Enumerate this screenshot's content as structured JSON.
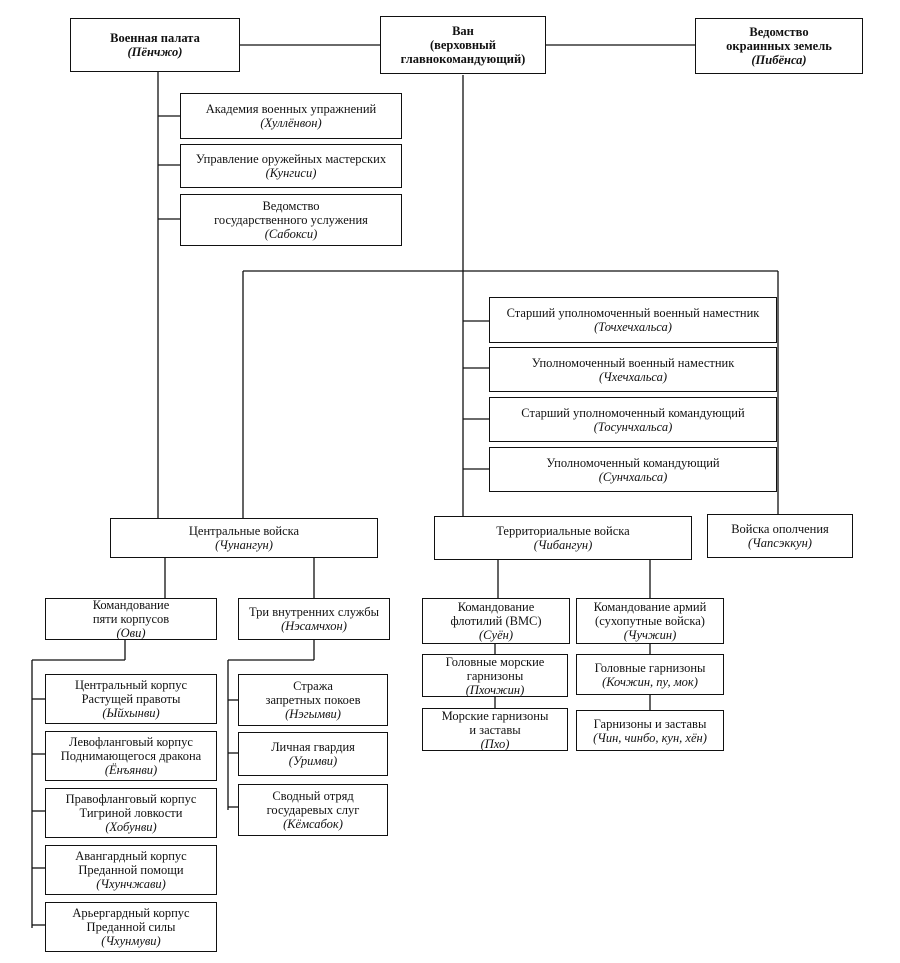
{
  "boxes": {
    "penchzho": {
      "title": "Военная палата",
      "sub": "(Пёнчжо)"
    },
    "van": {
      "title": "Ван\n(верховный\nглавнокомандующий)",
      "sub": ""
    },
    "pibensa": {
      "title": "Ведомство\nокраинных земель",
      "sub": "(Пибёнса)"
    },
    "hullyonvon": {
      "title": "Академия военных упражнений",
      "sub": "(Хуллёнвон)"
    },
    "kungisi": {
      "title": "Управление оружейных мастерских",
      "sub": "(Кунгиси)"
    },
    "saboksi": {
      "title": "Ведомство\nгосударственного услужения",
      "sub": "(Сабокси)"
    },
    "tochechalsa": {
      "title": "Старший уполномоченный военный наместник",
      "sub": "(Точхечхальса)"
    },
    "chechalsa": {
      "title": "Уполномоченный военный наместник",
      "sub": "(Чхечхальса)"
    },
    "tosunchalsa": {
      "title": "Старший уполномоченный командующий",
      "sub": "(Тосунчхальса)"
    },
    "sunchalsa": {
      "title": "Уполномоченный командующий",
      "sub": "(Сунчхальса)"
    },
    "chunangun": {
      "title": "Центральные войска",
      "sub": "(Чунангун)"
    },
    "chibangun": {
      "title": "Территориальные войска",
      "sub": "(Чибангун)"
    },
    "chapsekkun": {
      "title": "Войска ополчения",
      "sub": "(Чапсэккун)"
    },
    "ovi": {
      "title": "Командование\nпяти корпусов",
      "sub": "(Ови)"
    },
    "nesamchon": {
      "title": "Три внутренних службы",
      "sub": "(Нэсамчхон)"
    },
    "suyon": {
      "title": "Командование\nфлотилий (ВМС)",
      "sub": "(Суён)"
    },
    "chuchzhin": {
      "title": "Командование армий\n(сухопутные войска)",
      "sub": "(Чучжин)"
    },
    "uihynvi": {
      "title": "Центральный корпус\nРастущей правоты",
      "sub": "(Ыйхынви)"
    },
    "enyanvi": {
      "title": "Левофланговый корпус\nПоднимающегося дракона",
      "sub": "(Ёнъянви)"
    },
    "hobunvi": {
      "title": "Правофланговый корпус\nТигриной ловкости",
      "sub": "(Хобунви)"
    },
    "chunchzhavi": {
      "title": "Авангардный корпус\nПреданной помощи",
      "sub": "(Чхунчжави)"
    },
    "chunmuvi": {
      "title": "Арьергардный корпус\nПреданной силы",
      "sub": "(Чхунмуви)"
    },
    "negymvi": {
      "title": "Стража\nзапретных покоев",
      "sub": "(Нэгымви)"
    },
    "urimvi": {
      "title": "Личная гвардия",
      "sub": "(Уримви)"
    },
    "kyomsabok": {
      "title": "Сводный отряд\nгосударевых слуг",
      "sub": "(Кёмсабок)"
    },
    "pchochzhin": {
      "title": "Головные морские\nгарнизоны",
      "sub": "(Пхочжин)"
    },
    "pcho": {
      "title": "Морские гарнизоны\nи заставы",
      "sub": "(Пхо)"
    },
    "kochzhin": {
      "title": "Головные гарнизоны",
      "sub": "(Кочжин, пу, мок)"
    },
    "chin": {
      "title": "Гарнизоны и заставы",
      "sub": "(Чин, чинбо, кун, хён)"
    }
  }
}
